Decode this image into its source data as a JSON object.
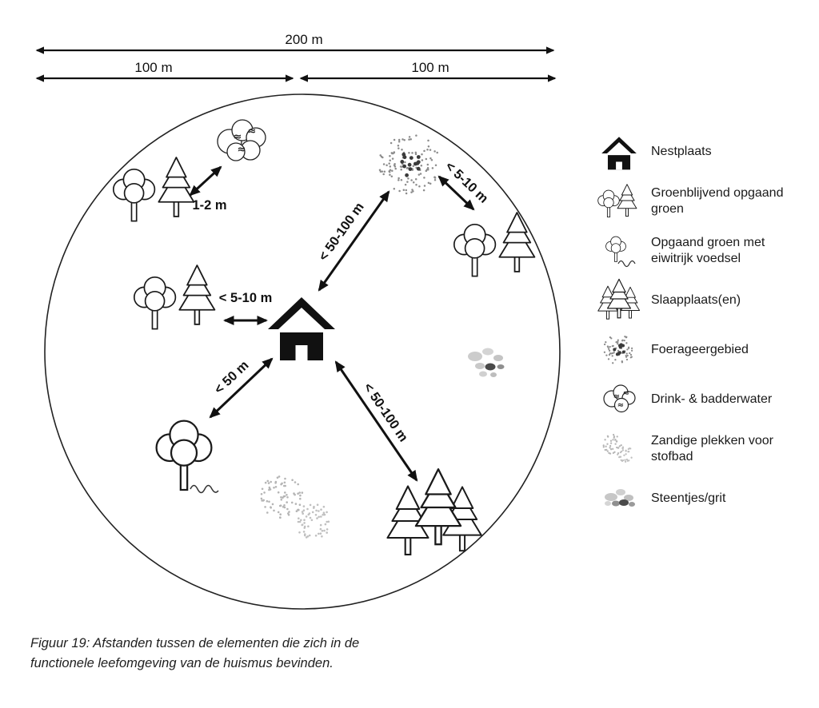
{
  "colors": {
    "ink": "#111111",
    "dot_gray": "#8c8c8c",
    "sand_gray": "#b5b5b5",
    "dark_dot": "#3a3a3a"
  },
  "scale_bars": {
    "total_label": "200 m",
    "left_label": "100 m",
    "right_label": "100 m"
  },
  "distance_labels": {
    "water_to_trees": "1-2 m",
    "trees_to_nest": "< 5-10 m",
    "nest_to_forage": "< 50-100 m",
    "forage_to_trees": "< 5-10 m",
    "nest_to_food_tree": "< 50 m",
    "nest_to_roost": "< 50-100 m"
  },
  "symbols": {
    "water": "≈"
  },
  "legend": {
    "items": [
      {
        "icon": "nest-house-icon",
        "label": "Nestplaats"
      },
      {
        "icon": "evergreen-trees-icon",
        "label": "Groenblijvend opgaand groen"
      },
      {
        "icon": "protein-food-tree-icon",
        "label": "Opgaand groen met eiwitrijk voedsel"
      },
      {
        "icon": "roost-conifers-icon",
        "label": "Slaapplaats(en)"
      },
      {
        "icon": "foraging-area-icon",
        "label": "Foerageergebied"
      },
      {
        "icon": "drinking-bathing-water-icon",
        "label": "Drink- & badderwater"
      },
      {
        "icon": "sand-patches-icon",
        "label": "Zandige plekken voor stofbad"
      },
      {
        "icon": "grit-stones-icon",
        "label": "Steentjes/grit"
      }
    ]
  },
  "caption": "Figuur 19: Afstanden tussen de elementen die zich in de functionele leefomgeving van de huismus bevinden."
}
